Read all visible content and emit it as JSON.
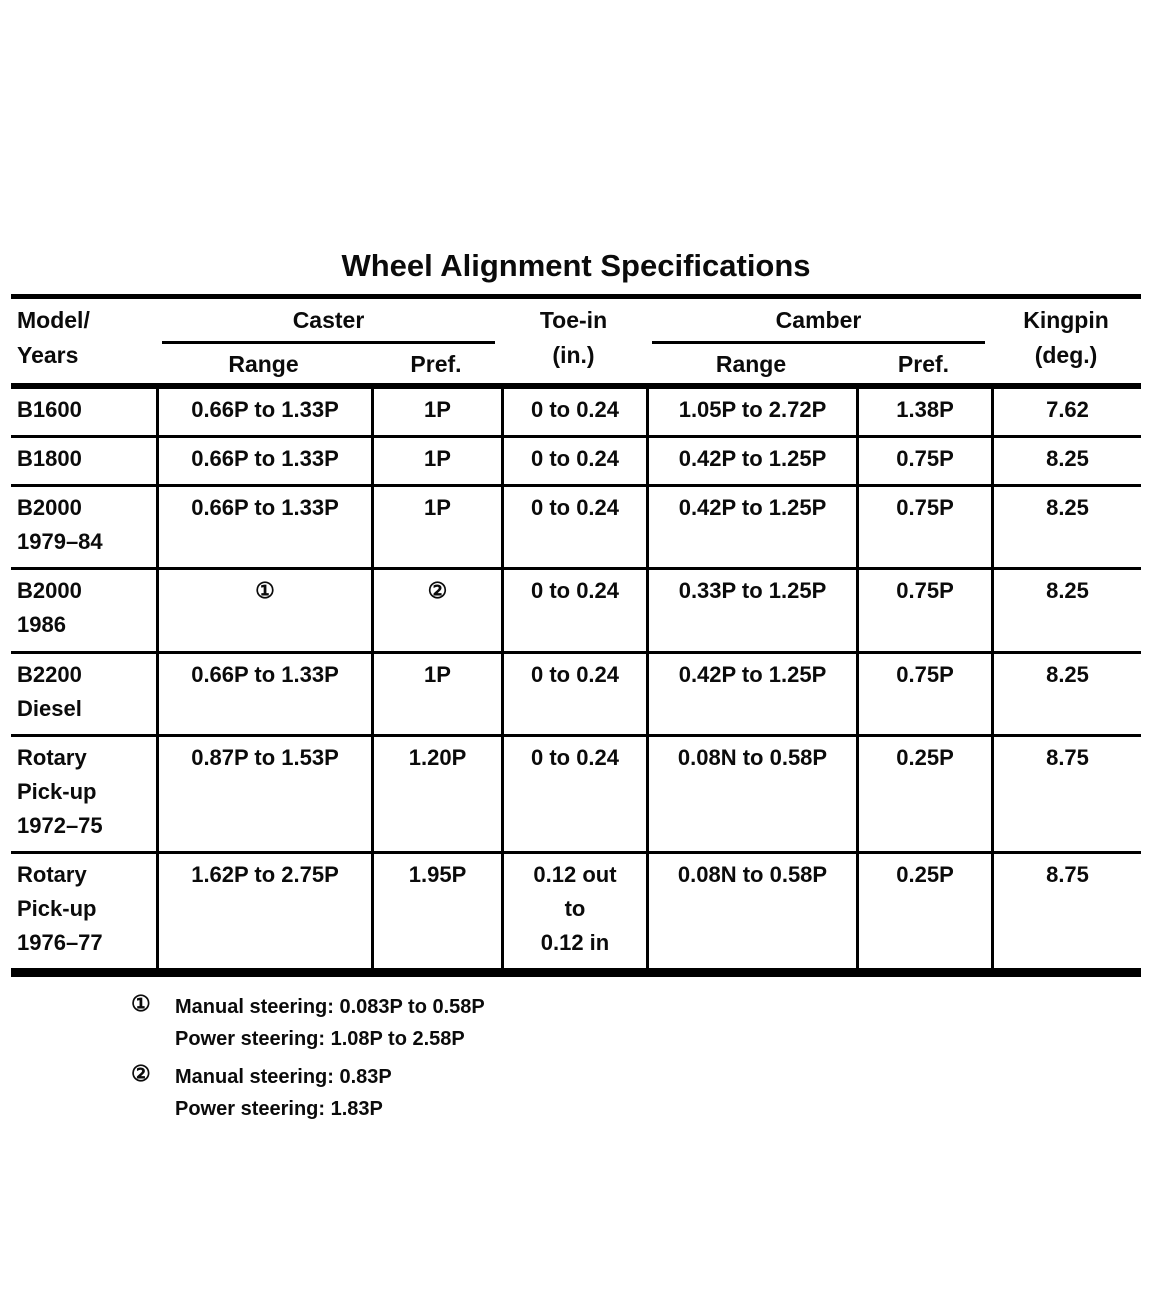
{
  "title": "Wheel Alignment Specifications",
  "header": {
    "model": "Model/\nYears",
    "caster": "Caster",
    "toe_in": "Toe-in\n(in.)",
    "camber": "Camber",
    "kingpin": "Kingpin\n(deg.)",
    "range": "Range",
    "pref": "Pref."
  },
  "rows": [
    {
      "model": "B1600",
      "caster_range": "0.66P to 1.33P",
      "caster_pref": "1P",
      "toe_in": "0 to 0.24",
      "camber_range": "1.05P to 2.72P",
      "camber_pref": "1.38P",
      "kingpin": "7.62"
    },
    {
      "model": "B1800",
      "caster_range": "0.66P to 1.33P",
      "caster_pref": "1P",
      "toe_in": "0 to 0.24",
      "camber_range": "0.42P to 1.25P",
      "camber_pref": "0.75P",
      "kingpin": "8.25"
    },
    {
      "model": "B2000\n1979–84",
      "caster_range": "0.66P to 1.33P",
      "caster_pref": "1P",
      "toe_in": "0 to 0.24",
      "camber_range": "0.42P to 1.25P",
      "camber_pref": "0.75P",
      "kingpin": "8.25"
    },
    {
      "model": "B2000\n1986",
      "caster_range": "①",
      "caster_pref": "②",
      "toe_in": "0 to 0.24",
      "camber_range": "0.33P to 1.25P",
      "camber_pref": "0.75P",
      "kingpin": "8.25"
    },
    {
      "model": "B2200\nDiesel",
      "caster_range": "0.66P to 1.33P",
      "caster_pref": "1P",
      "toe_in": "0 to 0.24",
      "camber_range": "0.42P to 1.25P",
      "camber_pref": "0.75P",
      "kingpin": "8.25"
    },
    {
      "model": "Rotary\nPick-up\n1972–75",
      "caster_range": "0.87P to 1.53P",
      "caster_pref": "1.20P",
      "toe_in": "0 to 0.24",
      "camber_range": "0.08N to 0.58P",
      "camber_pref": "0.25P",
      "kingpin": "8.75"
    },
    {
      "model": "Rotary\nPick-up\n1976–77",
      "caster_range": "1.62P to 2.75P",
      "caster_pref": "1.95P",
      "toe_in": "0.12 out\nto\n0.12 in",
      "camber_range": "0.08N to 0.58P",
      "camber_pref": "0.25P",
      "kingpin": "8.75"
    }
  ],
  "footnotes": [
    {
      "symbol": "①",
      "text": "Manual steering: 0.083P to 0.58P\nPower steering: 1.08P to 2.58P"
    },
    {
      "symbol": "②",
      "text": "Manual steering: 0.83P\nPower steering: 1.83P"
    }
  ]
}
